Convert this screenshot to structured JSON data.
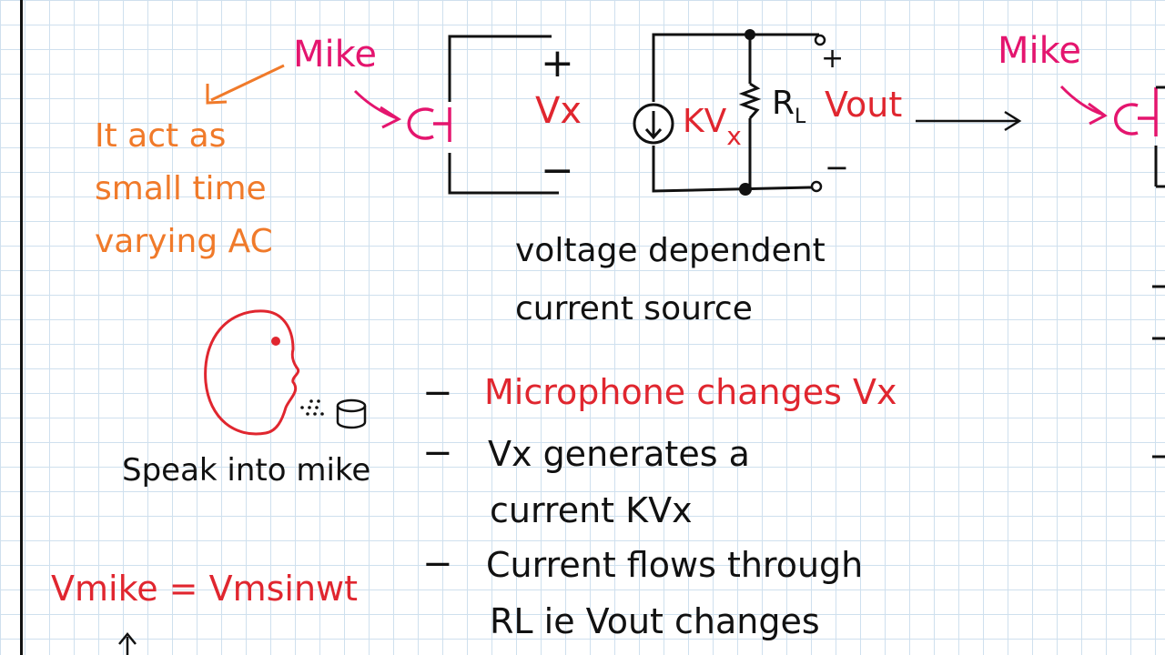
{
  "colors": {
    "ink": "#111111",
    "mike_pink": "#e4156e",
    "red": "#e0262f",
    "orange": "#f07a2a",
    "grid": "#cfe0ee"
  },
  "mike_label_left": "Mike",
  "mike_label_right": "Mike",
  "note": {
    "line1": "It act as",
    "line2": "small time",
    "line3": "varying AC"
  },
  "circuit1": {
    "plus": "+",
    "minus": "−",
    "vx": "Vx"
  },
  "circuit2": {
    "source_label": "KV",
    "source_sub": "x",
    "rl": "R",
    "rl_sub": "L",
    "vout": "Vout",
    "plus": "+",
    "minus": "−"
  },
  "caption": {
    "line1": "voltage dependent",
    "line2": "current source"
  },
  "speak_label": "Speak into mike",
  "bullets": [
    {
      "dash": "−",
      "text": "Microphone changes Vx"
    },
    {
      "dash": "−",
      "text": "Vx generates a",
      "text2": "current KVx"
    },
    {
      "dash": "−",
      "text": "Current flows through",
      "text2": "RL ie Vout changes"
    }
  ],
  "equation": "Vmike = Vmsinwt"
}
